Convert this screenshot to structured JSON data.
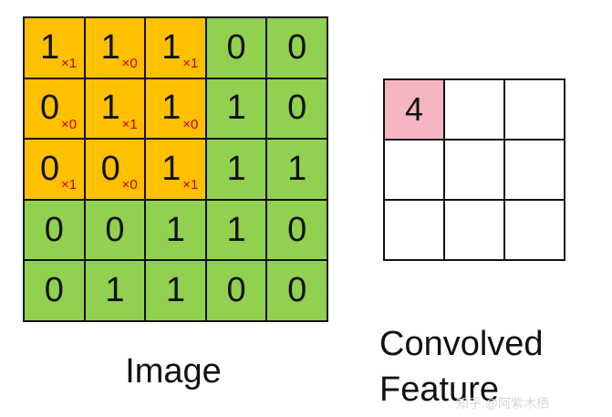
{
  "image_grid": {
    "values": [
      [
        "1",
        "1",
        "1",
        "0",
        "0"
      ],
      [
        "0",
        "1",
        "1",
        "1",
        "0"
      ],
      [
        "0",
        "0",
        "1",
        "1",
        "1"
      ],
      [
        "0",
        "0",
        "1",
        "1",
        "0"
      ],
      [
        "0",
        "1",
        "1",
        "0",
        "0"
      ]
    ],
    "kernel": [
      [
        "×1",
        "×0",
        "×1"
      ],
      [
        "×0",
        "×1",
        "×0"
      ],
      [
        "×1",
        "×0",
        "×1"
      ]
    ],
    "highlight_color": "#ffc000",
    "base_color": "#92d050",
    "kernel_text_color": "#c00000"
  },
  "feature_grid": {
    "values": [
      [
        "4",
        "",
        ""
      ],
      [
        "",
        "",
        ""
      ],
      [
        "",
        "",
        ""
      ]
    ],
    "highlight_color": "#f4b6c2"
  },
  "labels": {
    "image": "Image",
    "feature_line1": "Convolved",
    "feature_line2": "Feature"
  },
  "watermark": "知乎 @阿紫木栖"
}
